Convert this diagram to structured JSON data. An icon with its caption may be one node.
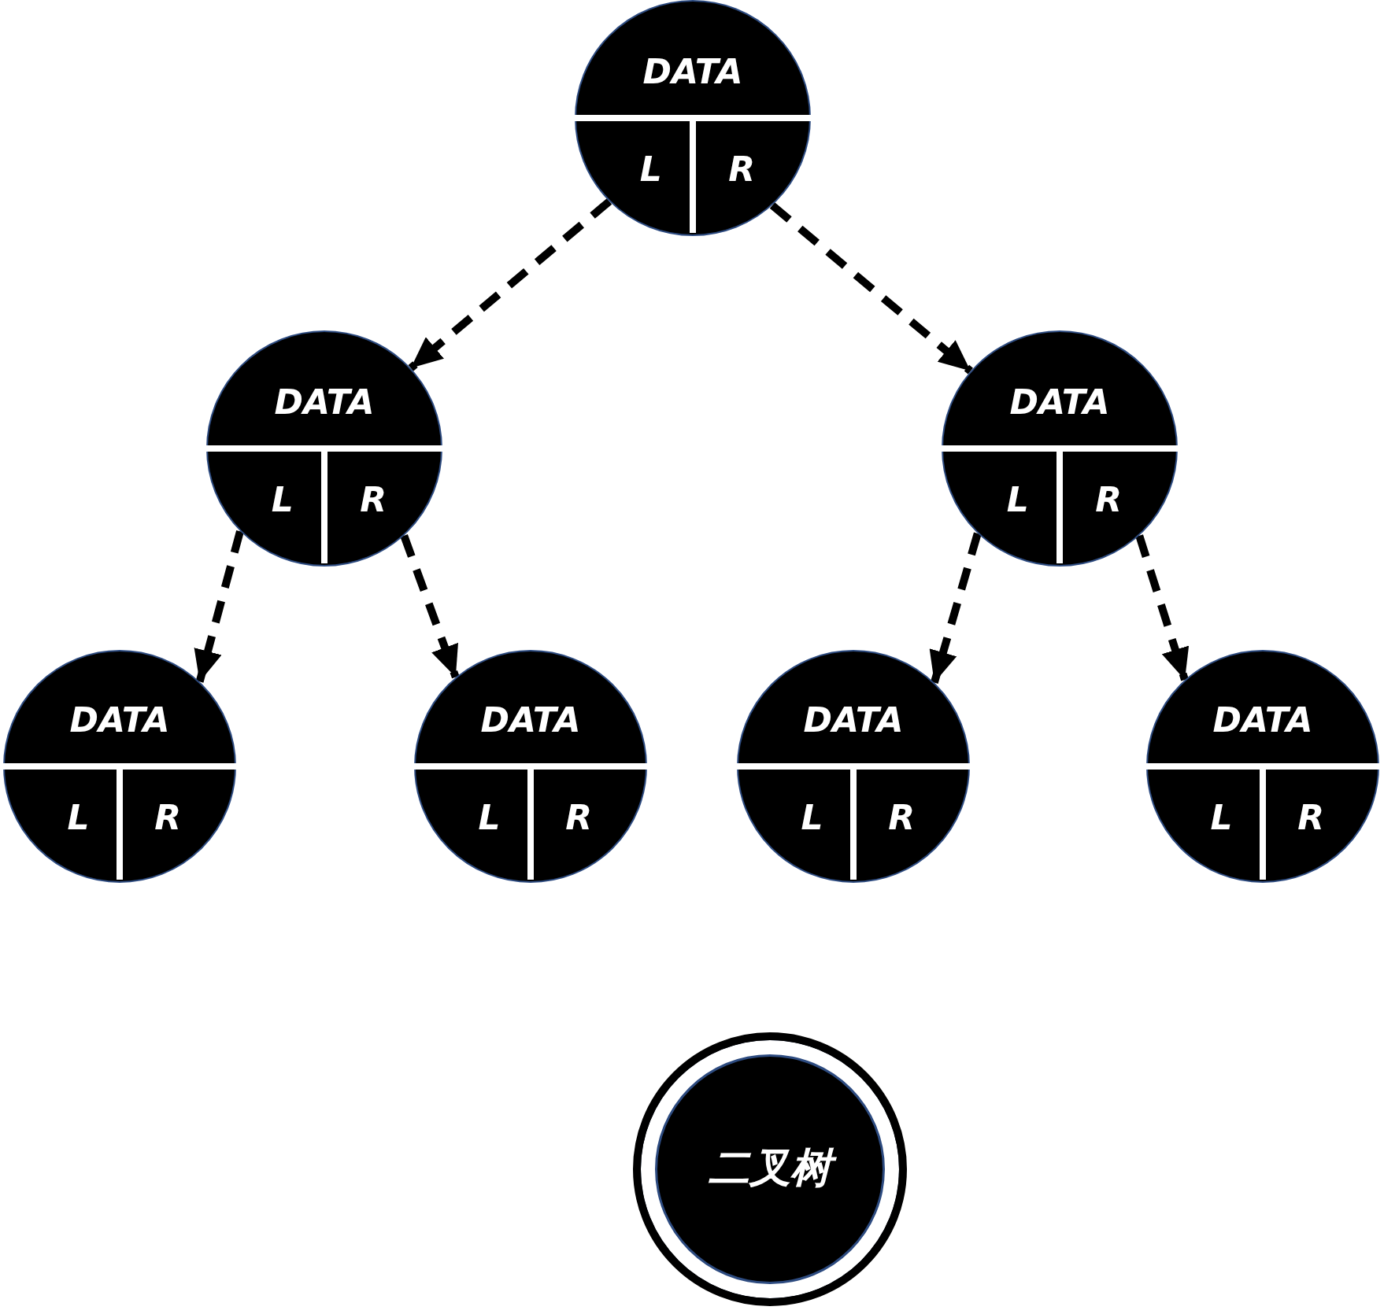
{
  "diagram": {
    "nodes": [
      {
        "text": [
          "DATA",
          "L",
          "R"
        ]
      },
      {
        "text": [
          "DATA",
          "L",
          "R"
        ]
      },
      {
        "text": [
          "DATA",
          "L",
          "R"
        ]
      },
      {
        "text": [
          "DATA",
          "L",
          "R"
        ]
      },
      {
        "text": [
          "DATA",
          "L",
          "R"
        ]
      },
      {
        "text": [
          "DATA",
          "L",
          "R"
        ]
      },
      {
        "text": [
          "DATA",
          "L",
          "R"
        ]
      },
      {
        "text": [
          "二叉树"
        ]
      }
    ],
    "edges": [
      {
        "from": 0,
        "to": 1,
        "arrow": "to",
        "style": "dashed"
      },
      {
        "from": 0,
        "to": 2,
        "arrow": "to",
        "style": "dashed"
      },
      {
        "from": 1,
        "to": 3,
        "arrow": "to",
        "style": "dashed"
      },
      {
        "from": 1,
        "to": 4,
        "arrow": "to",
        "style": "dashed"
      },
      {
        "from": 2,
        "to": 5,
        "arrow": "to",
        "style": "dashed"
      },
      {
        "from": 2,
        "to": 6,
        "arrow": "to",
        "style": "dashed"
      }
    ]
  }
}
